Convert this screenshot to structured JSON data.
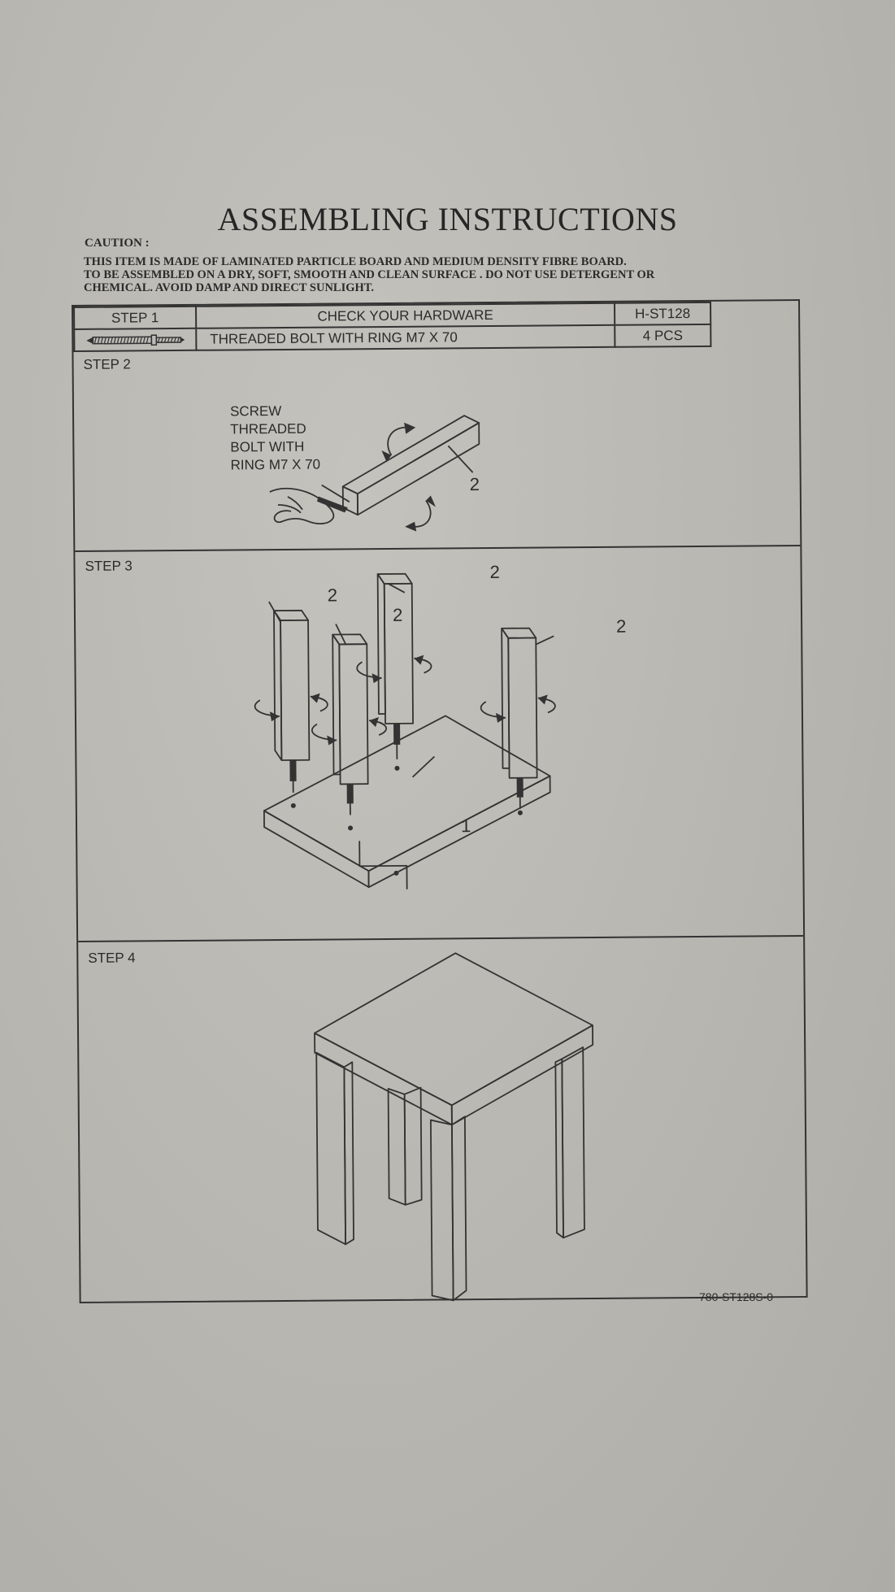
{
  "title": "ASSEMBLING INSTRUCTIONS",
  "caution": {
    "label": "CAUTION :",
    "lines": [
      "THIS ITEM IS MADE OF LAMINATED PARTICLE BOARD AND MEDIUM DENSITY FIBRE BOARD.",
      "TO BE ASSEMBLED ON A DRY, SOFT, SMOOTH AND CLEAN SURFACE . DO NOT USE DETERGENT OR",
      "CHEMICAL. AVOID DAMP AND DIRECT SUNLIGHT."
    ]
  },
  "hardware_table": {
    "step": "STEP 1",
    "heading": "CHECK YOUR HARDWARE",
    "model": "H-ST128",
    "item": "THREADED BOLT WITH RING M7 X 70",
    "qty": "4 PCS"
  },
  "step2": {
    "label": "STEP 2",
    "callout": [
      "SCREW",
      "THREADED",
      "BOLT WITH",
      "RING M7 X 70"
    ],
    "part": "2"
  },
  "step3": {
    "label": "STEP 3",
    "leg_part": "2",
    "top_part": "1"
  },
  "step4": {
    "label": "STEP 4"
  },
  "doc_code": "780-ST128S-0"
}
